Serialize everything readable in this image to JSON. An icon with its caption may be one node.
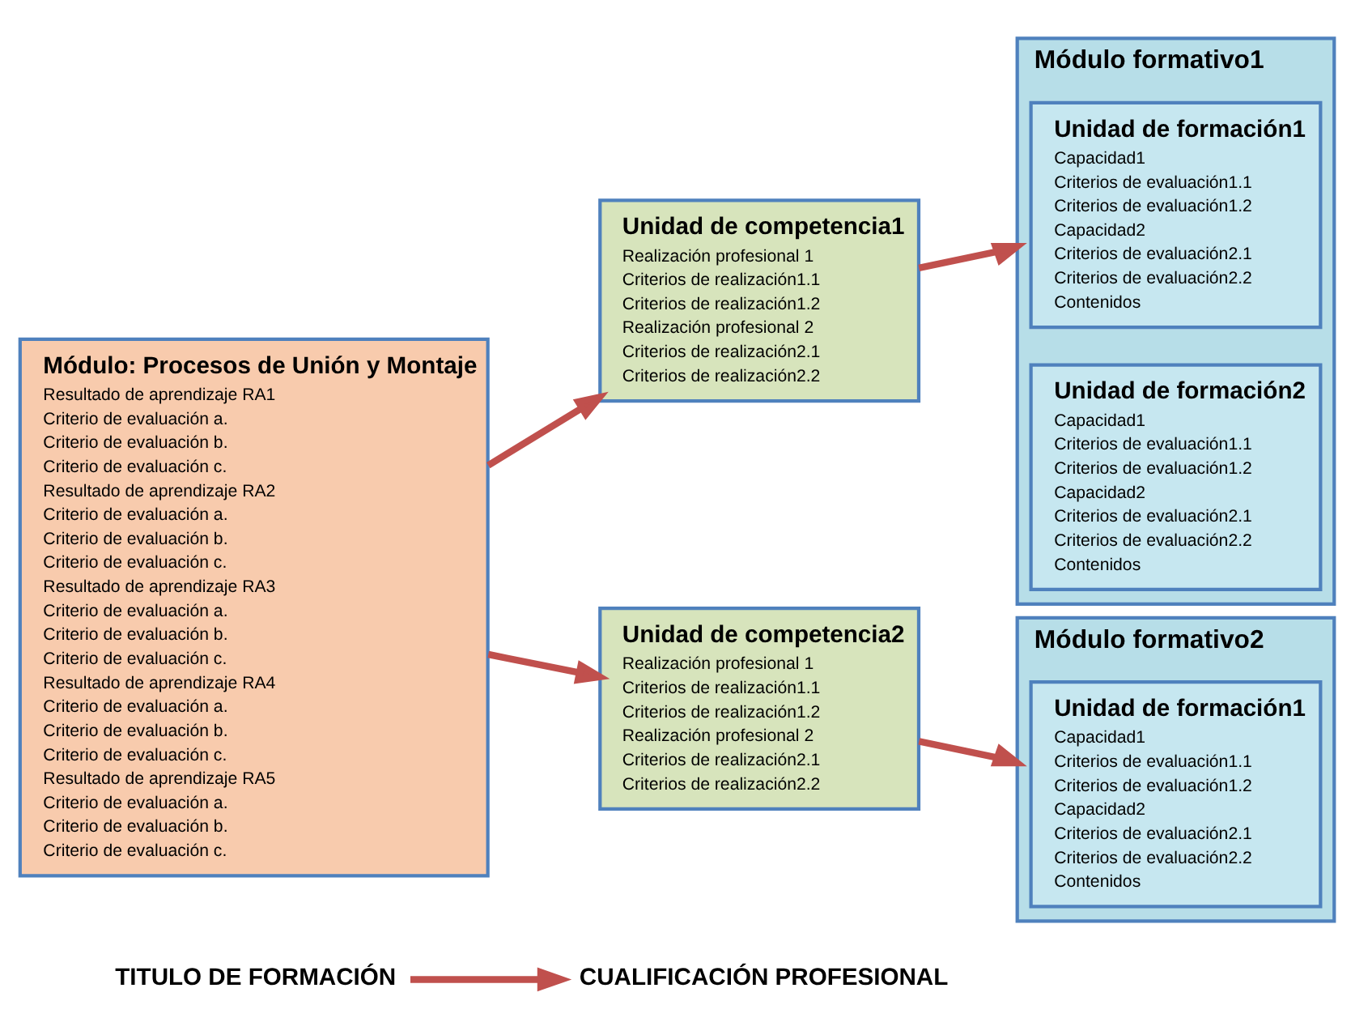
{
  "diagram": {
    "nodes": [
      {
        "text": [
          "TITULO DE FORMACIÓN"
        ]
      },
      {
        "text": [
          "CUALIFICACIÓN PROFESIONAL"
        ]
      },
      {
        "text": [
          "Módulo: Procesos de Unión y Montaje",
          "Resultado de aprendizaje RA1",
          "Criterio de evaluación a.",
          "Criterio de evaluación b.",
          "Criterio de evaluación c.",
          "Resultado de aprendizaje RA2",
          "Criterio de evaluación a.",
          "Criterio de evaluación b.",
          "Criterio de evaluación c.",
          "Resultado de aprendizaje RA3",
          "Criterio de evaluación a.",
          "Criterio de evaluación b.",
          "Criterio de evaluación c.",
          "Resultado de aprendizaje RA4",
          "Criterio de evaluación a.",
          "Criterio de evaluación b.",
          "Criterio de evaluación c.",
          "Resultado de aprendizaje RA5",
          "Criterio de evaluación a.",
          "Criterio de evaluación b.",
          "Criterio de evaluación c."
        ]
      },
      {
        "text": [
          "Unidad de competencia1",
          "Realización profesional 1",
          "Criterios de realización1.1",
          "Criterios de realización1.2",
          "Realización profesional 2",
          "Criterios de realización2.1",
          "Criterios de realización2.2"
        ]
      },
      {
        "text": [
          "Unidad de competencia2",
          "Realización profesional 1",
          "Criterios de realización1.1",
          "Criterios de realización1.2",
          "Realización profesional 2",
          "Criterios de realización2.1",
          "Criterios de realización2.2"
        ]
      },
      {
        "text": [
          "Módulo formativo1"
        ]
      },
      {
        "text": [
          "Unidad de formación1",
          "Capacidad1",
          "Criterios de evaluación1.1",
          "Criterios de evaluación1.2",
          "Capacidad2",
          "Criterios de evaluación2.1",
          "Criterios de evaluación2.2",
          "Contenidos"
        ],
        "in": 5
      },
      {
        "text": [
          "Unidad de formación2",
          "Capacidad1",
          "Criterios de evaluación1.1",
          "Criterios de evaluación1.2",
          "Capacidad2",
          "Criterios de evaluación2.1",
          "Criterios de evaluación2.2",
          "Contenidos"
        ],
        "in": 5
      },
      {
        "text": [
          "Módulo formativo2"
        ]
      },
      {
        "text": [
          "Unidad de formación1",
          "Capacidad1",
          "Criterios de evaluación1.1",
          "Criterios de evaluación1.2",
          "Capacidad2",
          "Criterios de evaluación2.1",
          "Criterios de evaluación2.2",
          "Contenidos"
        ],
        "in": 8
      }
    ],
    "edges": [
      {
        "from": 0,
        "to": 1,
        "arrow": "to"
      },
      {
        "from": 2,
        "to": 3,
        "arrow": "to"
      },
      {
        "from": 2,
        "to": 4,
        "arrow": "to"
      },
      {
        "from": 3,
        "to": 5,
        "arrow": "to"
      },
      {
        "from": 4,
        "to": 8,
        "arrow": "to"
      }
    ]
  }
}
